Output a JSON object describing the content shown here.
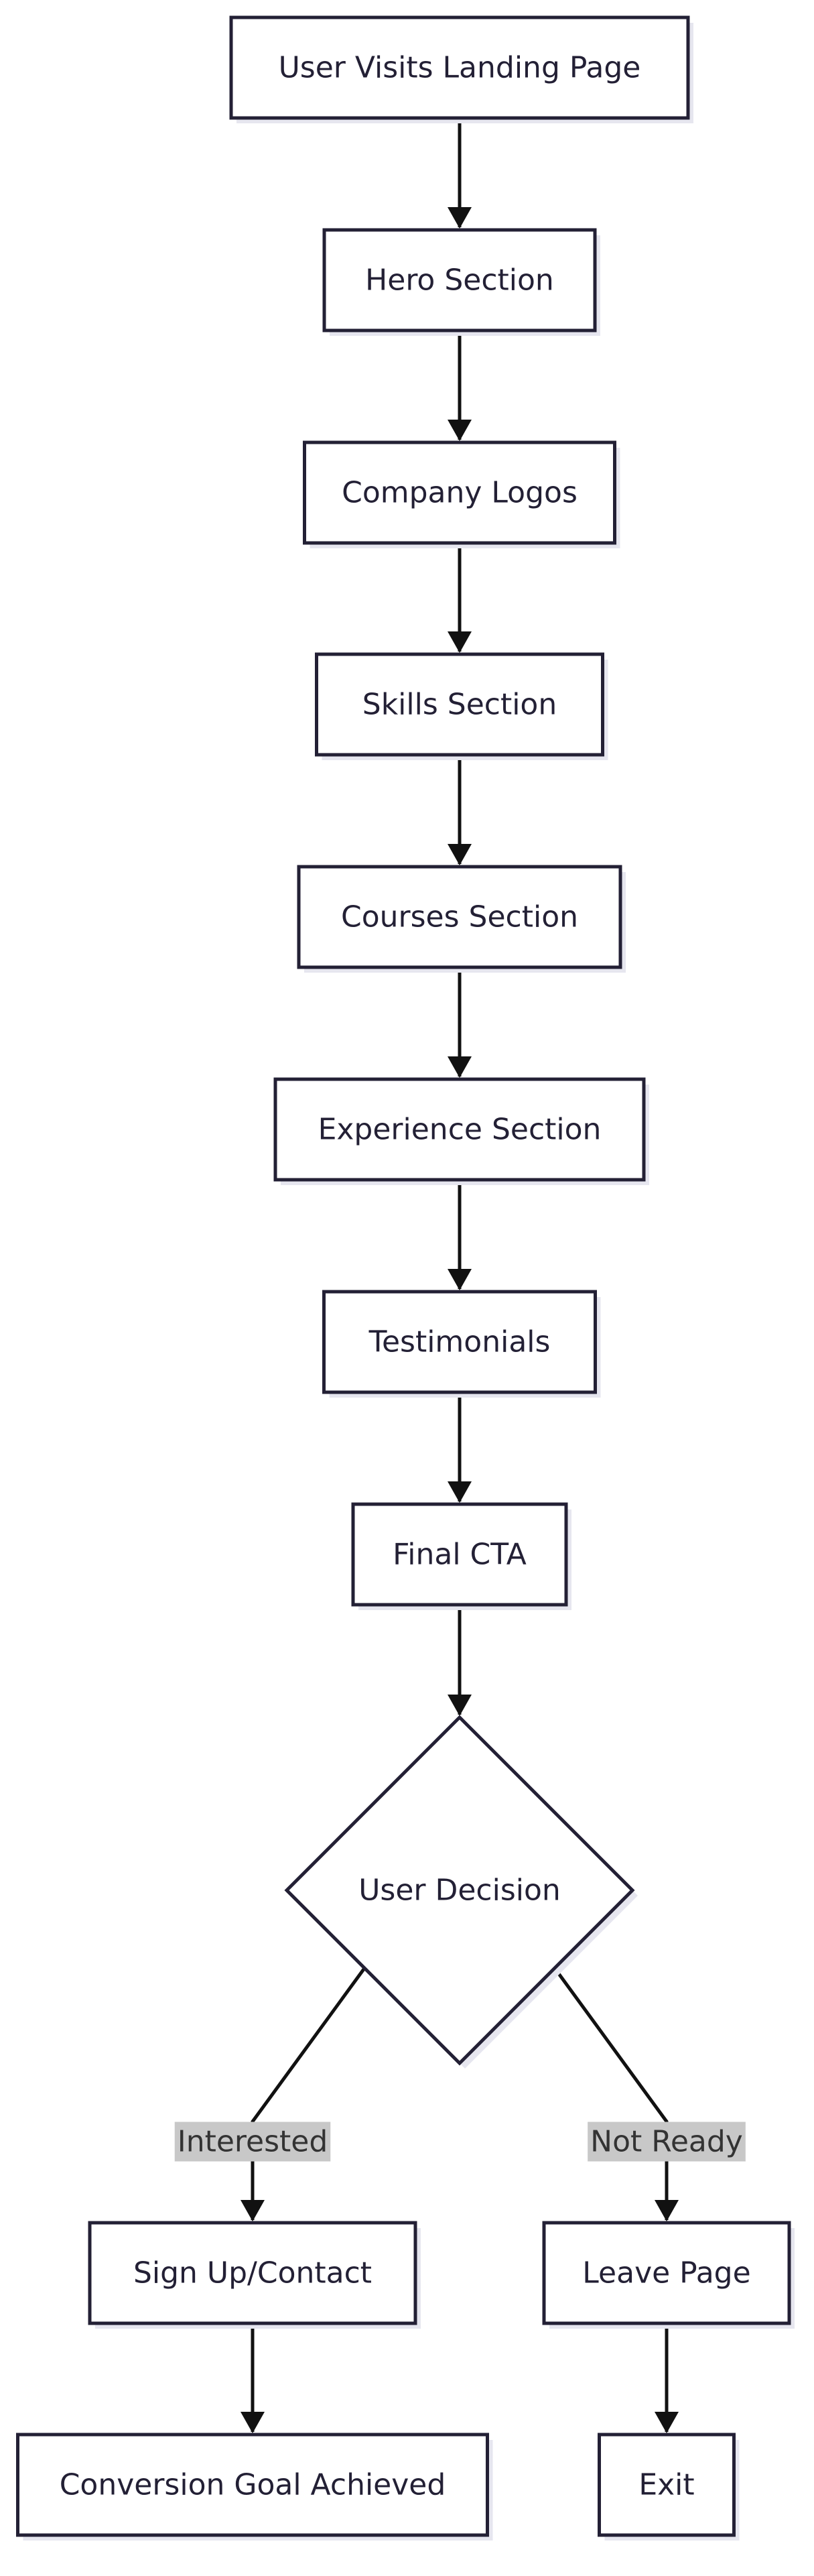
{
  "diagram": {
    "colors": {
      "background": "#ffffff",
      "node_stroke": "#232035",
      "node_fill": "#ffffff",
      "node_shadow": "#e6e6ef",
      "text": "#232035",
      "edge": "#111111",
      "edge_label_bg": "#c8c8c8",
      "edge_label_text": "#333333"
    },
    "nodes": [
      {
        "id": "landing",
        "label": "User Visits Landing Page",
        "shape": "rect"
      },
      {
        "id": "hero",
        "label": "Hero Section",
        "shape": "rect"
      },
      {
        "id": "logos",
        "label": "Company Logos",
        "shape": "rect"
      },
      {
        "id": "skills",
        "label": "Skills Section",
        "shape": "rect"
      },
      {
        "id": "courses",
        "label": "Courses Section",
        "shape": "rect"
      },
      {
        "id": "experience",
        "label": "Experience Section",
        "shape": "rect"
      },
      {
        "id": "testimonials",
        "label": "Testimonials",
        "shape": "rect"
      },
      {
        "id": "cta",
        "label": "Final CTA",
        "shape": "rect"
      },
      {
        "id": "decision",
        "label": "User Decision",
        "shape": "diamond"
      },
      {
        "id": "signup",
        "label": "Sign Up/Contact",
        "shape": "rect"
      },
      {
        "id": "leave",
        "label": "Leave Page",
        "shape": "rect"
      },
      {
        "id": "conversion",
        "label": "Conversion Goal Achieved",
        "shape": "rect"
      },
      {
        "id": "exit",
        "label": "Exit",
        "shape": "rect"
      }
    ],
    "edges": [
      {
        "from": "landing",
        "to": "hero",
        "label": ""
      },
      {
        "from": "hero",
        "to": "logos",
        "label": ""
      },
      {
        "from": "logos",
        "to": "skills",
        "label": ""
      },
      {
        "from": "skills",
        "to": "courses",
        "label": ""
      },
      {
        "from": "courses",
        "to": "experience",
        "label": ""
      },
      {
        "from": "experience",
        "to": "testimonials",
        "label": ""
      },
      {
        "from": "testimonials",
        "to": "cta",
        "label": ""
      },
      {
        "from": "cta",
        "to": "decision",
        "label": ""
      },
      {
        "from": "decision",
        "to": "signup",
        "label": "Interested"
      },
      {
        "from": "decision",
        "to": "leave",
        "label": "Not Ready"
      },
      {
        "from": "signup",
        "to": "conversion",
        "label": ""
      },
      {
        "from": "leave",
        "to": "exit",
        "label": ""
      }
    ]
  }
}
